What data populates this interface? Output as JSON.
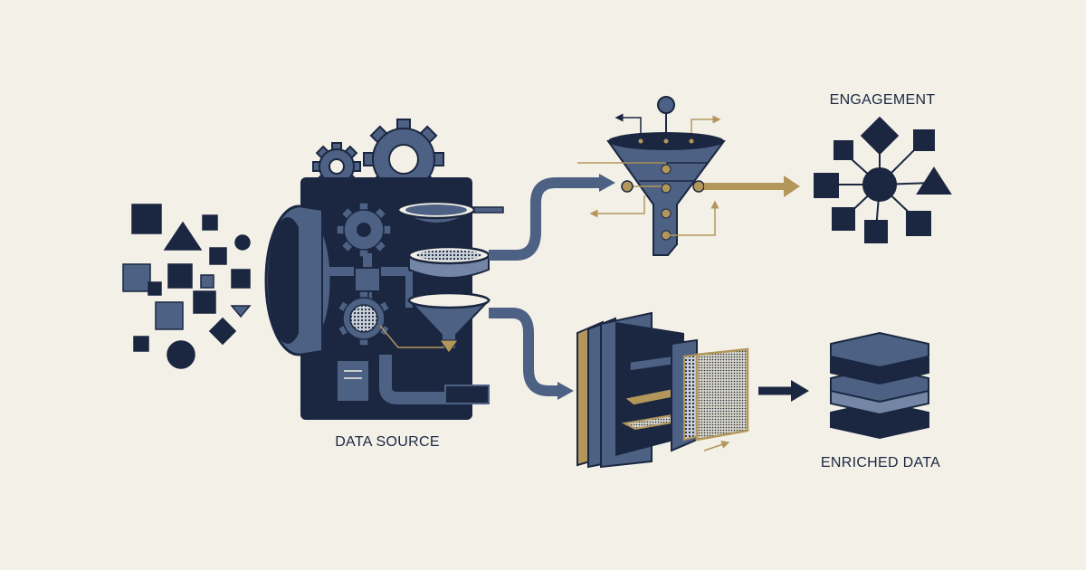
{
  "labels": {
    "data_source": "DATA SOURCE",
    "engagement": "ENGAGEMENT",
    "enriched_data": "ENRICHED DATA"
  },
  "colors": {
    "background": "#f3f0e8",
    "navy": "#1b2740",
    "slate": "#4d6185",
    "slate_light": "#7386a6",
    "gold": "#b3975a",
    "text": "#1b2740"
  },
  "icons": [
    "raw-shapes-icon",
    "machine-icon",
    "gear-icon",
    "sieve-icon",
    "funnel-icon",
    "network-icon",
    "filter-panels-icon",
    "layer-stack-icon",
    "arrow-icon"
  ]
}
